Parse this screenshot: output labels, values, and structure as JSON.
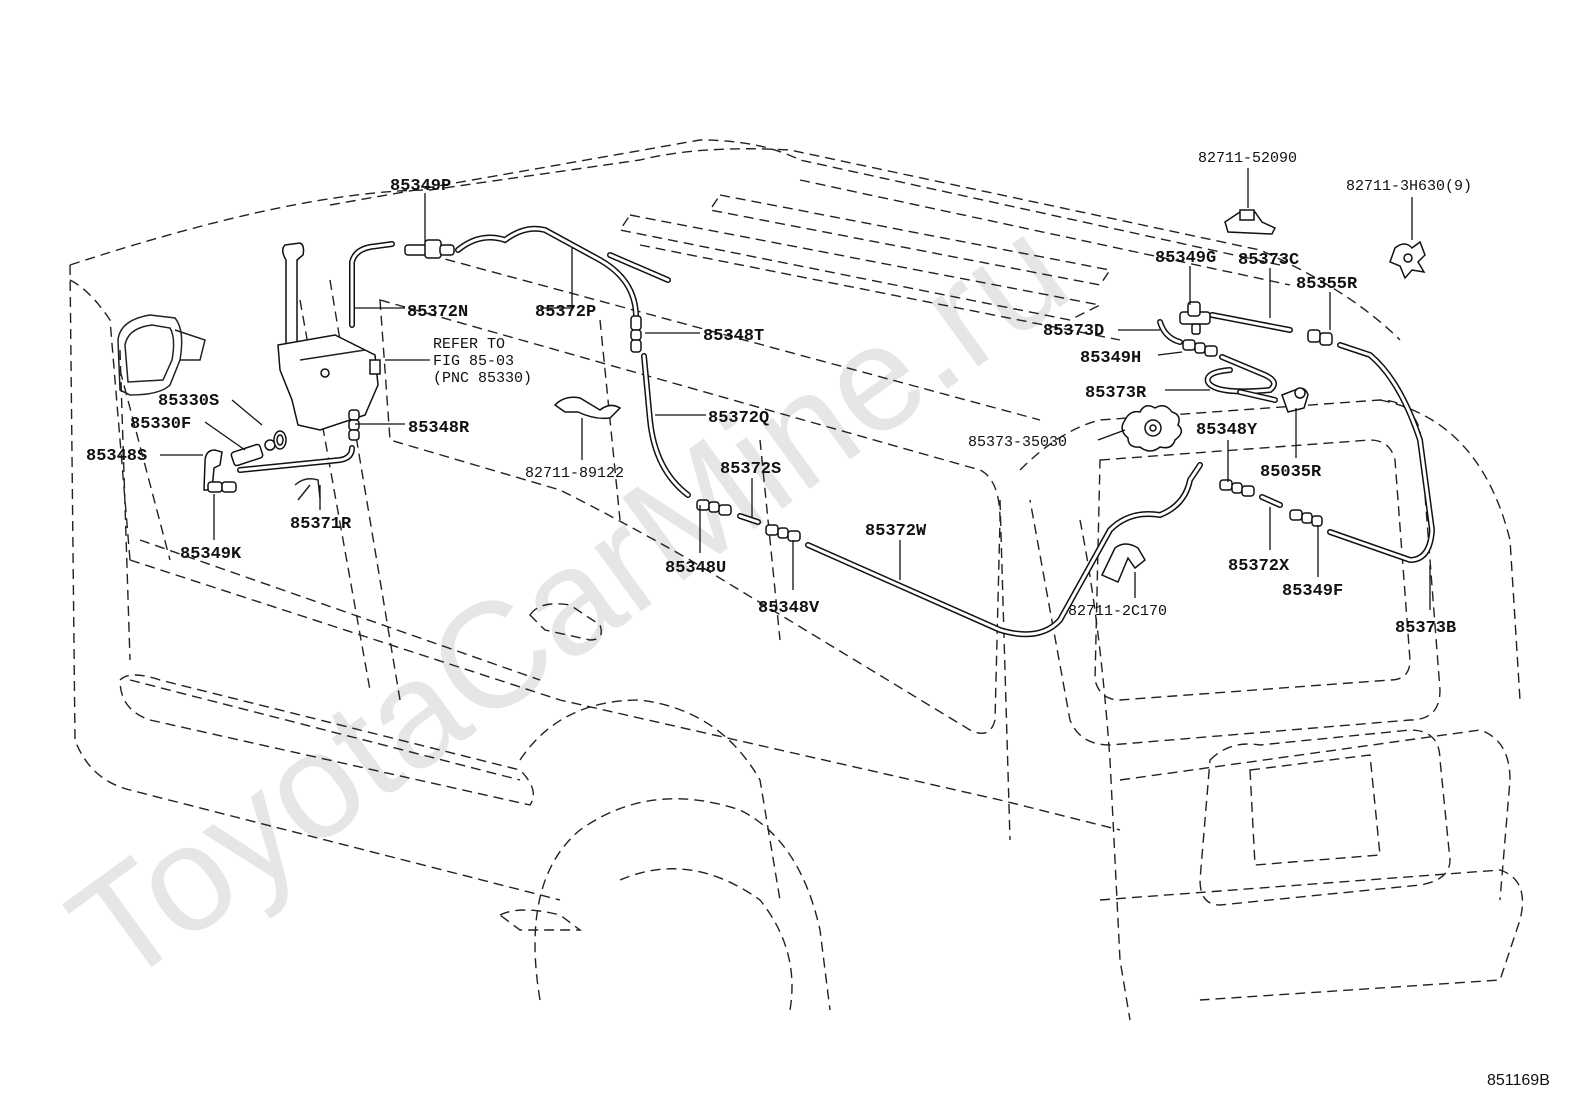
{
  "watermark": "ToyotaCarMine.ru",
  "figure_id": "851169B",
  "reference_note": {
    "line1": "REFER TO",
    "line2": "FIG 85-03",
    "line3": "(PNC 85330)"
  },
  "part_labels": {
    "p85349P": "85349P",
    "p85372N": "85372N",
    "p85372P": "85372P",
    "p85348T": "85348T",
    "p85330S": "85330S",
    "p85330F": "85330F",
    "p85348S": "85348S",
    "p85348R": "85348R",
    "p85371R": "85371R",
    "p85349K": "85349K",
    "p82711_89122": "82711-89122",
    "p85372Q": "85372Q",
    "p85372S": "85372S",
    "p85372W": "85372W",
    "p85348U": "85348U",
    "p85348V": "85348V",
    "p82711_52090": "82711-52090",
    "p82711_3H630": "82711-3H630(9)",
    "p85349G": "85349G",
    "p85373C": "85373C",
    "p85355R": "85355R",
    "p85373D": "85373D",
    "p85349H": "85349H",
    "p85373R": "85373R",
    "p85373_35030": "85373-35030",
    "p85348Y": "85348Y",
    "p85035R": "85035R",
    "p85372X": "85372X",
    "p85349F": "85349F",
    "p82711_2C170": "82711-2C170",
    "p85373B": "85373B"
  }
}
